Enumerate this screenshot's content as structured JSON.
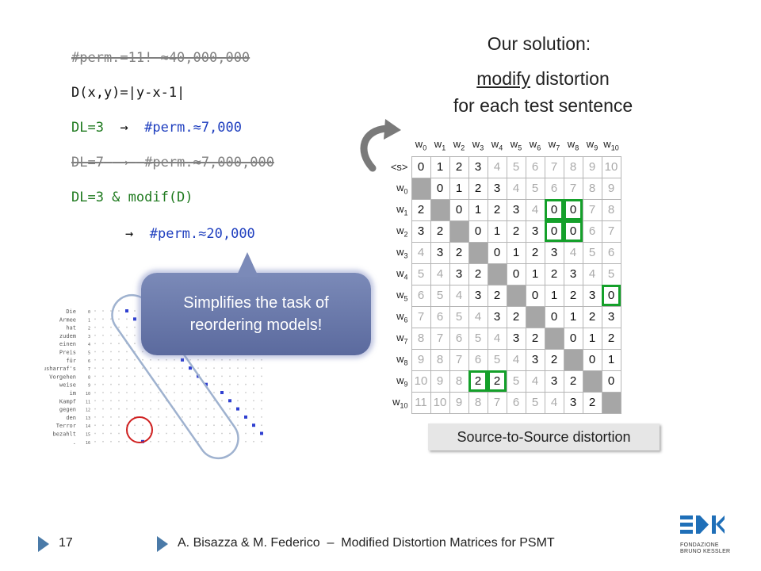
{
  "left_lines": {
    "perm_total": "#perm.=11! ≈40,000,000",
    "dist_func": "D(x,y)=|y-x-1|",
    "dl3_label": "DL=3",
    "dl3_arrow": "",
    "dl3_value": "#perm.≈7,000",
    "dl7_label": "DL=7",
    "dl7_value": "#perm.≈7,000,000",
    "dl3_modif": "DL=3 & modif(D)",
    "modif_value": "#perm.≈20,000"
  },
  "right_title": {
    "line1": "Our solution:",
    "line2_underlined": "modify",
    "line2_rest": "distortion",
    "line3": "for each test sentence"
  },
  "callout": {
    "line1": "Simplifies the task of",
    "line2": "reordering models!"
  },
  "matrix": {
    "columns": [
      "w0",
      "w1",
      "w2",
      "w3",
      "w4",
      "w5",
      "w6",
      "w7",
      "w8",
      "w9",
      "w10"
    ],
    "rows": [
      {
        "label": "<s>",
        "cells": [
          "0",
          "1",
          "2",
          "3",
          "4",
          "5",
          "6",
          "7",
          "8",
          "9",
          "10"
        ]
      },
      {
        "label": "w0",
        "cells": [
          "",
          "0",
          "1",
          "2",
          "3",
          "4",
          "5",
          "6",
          "7",
          "8",
          "9"
        ]
      },
      {
        "label": "w1",
        "cells": [
          "2",
          "",
          "0",
          "1",
          "2",
          "3",
          "4",
          "0",
          "0",
          "7",
          "8"
        ]
      },
      {
        "label": "w2",
        "cells": [
          "3",
          "2",
          "",
          "0",
          "1",
          "2",
          "3",
          "0",
          "0",
          "6",
          "7"
        ]
      },
      {
        "label": "w3",
        "cells": [
          "4",
          "3",
          "2",
          "",
          "0",
          "1",
          "2",
          "3",
          "4",
          "5",
          "6"
        ]
      },
      {
        "label": "w4",
        "cells": [
          "5",
          "4",
          "3",
          "2",
          "",
          "0",
          "1",
          "2",
          "3",
          "4",
          "5"
        ]
      },
      {
        "label": "w5",
        "cells": [
          "6",
          "5",
          "4",
          "3",
          "2",
          "",
          "0",
          "1",
          "2",
          "3",
          "0"
        ]
      },
      {
        "label": "w6",
        "cells": [
          "7",
          "6",
          "5",
          "4",
          "3",
          "2",
          "",
          "0",
          "1",
          "2",
          "3"
        ]
      },
      {
        "label": "w7",
        "cells": [
          "8",
          "7",
          "6",
          "5",
          "4",
          "3",
          "2",
          "",
          "0",
          "1",
          "2"
        ]
      },
      {
        "label": "w8",
        "cells": [
          "9",
          "8",
          "7",
          "6",
          "5",
          "4",
          "3",
          "2",
          "",
          "0",
          "1"
        ]
      },
      {
        "label": "w9",
        "cells": [
          "10",
          "9",
          "8",
          "2",
          "2",
          "5",
          "4",
          "3",
          "2",
          "",
          "0"
        ]
      },
      {
        "label": "w10",
        "cells": [
          "11",
          "10",
          "9",
          "8",
          "7",
          "6",
          "5",
          "4",
          "3",
          "2",
          ""
        ]
      }
    ],
    "highlight_color": "#14a02a"
  },
  "source_label": "Source-to-Source distortion",
  "alignment_words": [
    "Die",
    "Armee",
    "hat",
    "zudem",
    "einen",
    "Preis",
    "für",
    "Musharraf's",
    "Vorgehen",
    "weise",
    "im",
    "Kampf",
    "gegen",
    "den",
    "Terror",
    "bezahlt",
    "."
  ],
  "footer": {
    "page_number": "17",
    "citation": "A. Bisazza & M. Federico  –  Modified Distortion Matrices for PSMT",
    "logo_text_1": "FONDAZIONE",
    "logo_text_2": "BRUNO KESSLER"
  }
}
